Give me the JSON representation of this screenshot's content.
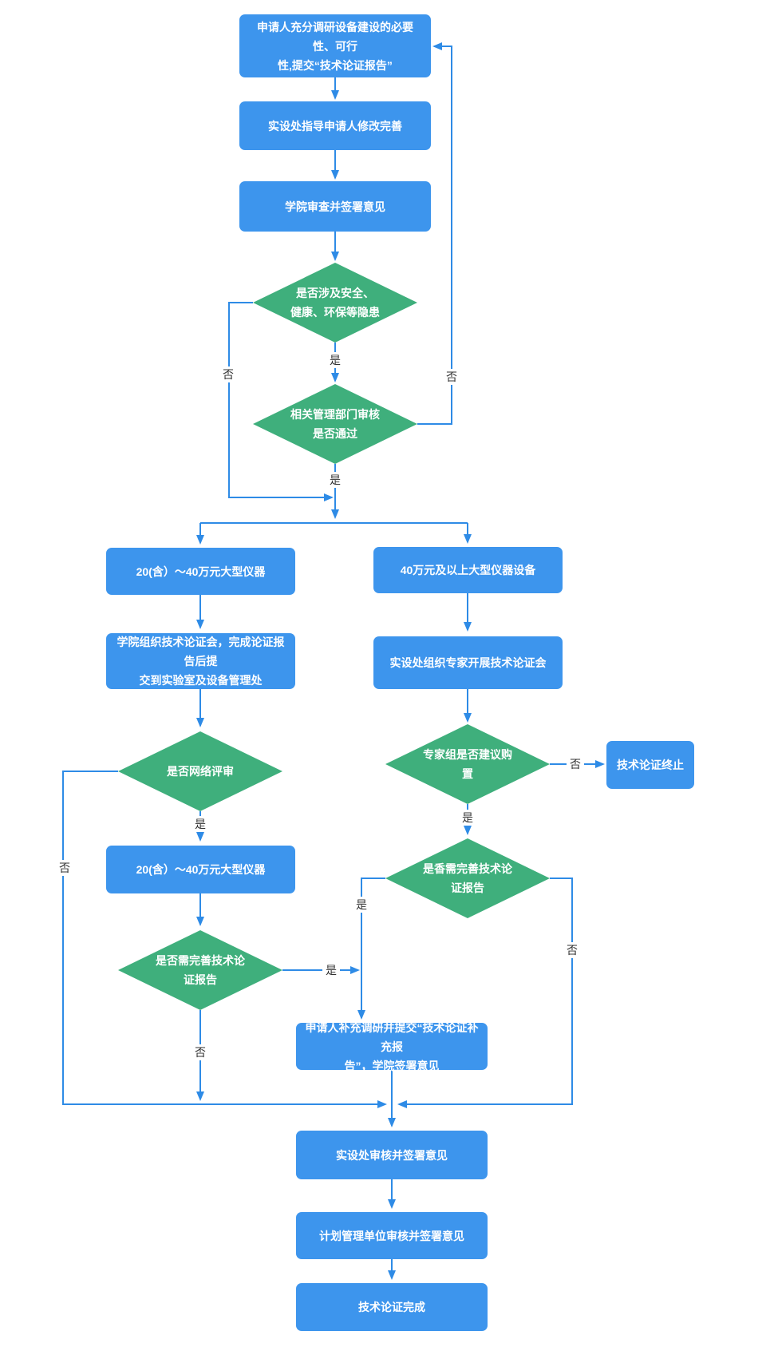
{
  "diagram_type": "flowchart",
  "colors": {
    "process_fill": "#3D95ED",
    "decision_fill": "#3FAF7C",
    "connector": "#2E8BE6",
    "node_text": "#FFFFFF",
    "edge_label_text": "#333333",
    "background": "#FFFFFF"
  },
  "labels": {
    "yes": "是",
    "no": "否"
  },
  "nodes": {
    "research_report": {
      "type": "process",
      "text": "申请人充分调研设备建设的必要性、可行\n性,提交“技术论证报告”"
    },
    "guide_revise": {
      "type": "process",
      "text": "实设处指导申请人修改完善"
    },
    "college_review": {
      "type": "process",
      "text": "学院审查并签署意见"
    },
    "safety_hazard": {
      "type": "decision",
      "text": "是否涉及安全、\n健康、环保等隐患"
    },
    "dept_audit": {
      "type": "decision",
      "text": "相关管理部门审核\n是否通过"
    },
    "mid_instrument_a": {
      "type": "process",
      "text": "20(含）～40万元大型仪器"
    },
    "college_meeting": {
      "type": "process",
      "text": "学院组织技术论证会，完成论证报告后提\n交到实验室及设备管理处"
    },
    "online_review": {
      "type": "decision",
      "text": "是否网络评审"
    },
    "mid_instrument_b": {
      "type": "process",
      "text": "20(含）～40万元大型仪器"
    },
    "improve_report_left": {
      "type": "decision",
      "text": "是否需完善技术论\n证报告"
    },
    "large_instrument": {
      "type": "process",
      "text": "40万元及以上大型仪器设备"
    },
    "expert_meeting": {
      "type": "process",
      "text": "实设处组织专家开展技术论证会"
    },
    "expert_suggest": {
      "type": "decision",
      "text": "专家组是否建议购\n置"
    },
    "terminate": {
      "type": "process",
      "text": "技术论证终止"
    },
    "improve_report_right": {
      "type": "decision",
      "text": "是香需完善技术论\n证报告"
    },
    "supplement_report": {
      "type": "process",
      "text": "申请人补充调研并提交“技术论证补充报\n告”，学院签署意见"
    },
    "facility_audit": {
      "type": "process",
      "text": "实设处审核并签署意见"
    },
    "plan_audit": {
      "type": "process",
      "text": "计划管理单位审核并签署意见"
    },
    "complete": {
      "type": "process",
      "text": "技术论证完成"
    }
  },
  "edges": [
    {
      "from": "research_report",
      "to": "guide_revise",
      "label": ""
    },
    {
      "from": "guide_revise",
      "to": "college_review",
      "label": ""
    },
    {
      "from": "college_review",
      "to": "safety_hazard",
      "label": ""
    },
    {
      "from": "safety_hazard",
      "to": "dept_audit",
      "label": "是"
    },
    {
      "from": "safety_hazard",
      "to": "branch_split",
      "label": "否"
    },
    {
      "from": "dept_audit",
      "to": "research_report",
      "label": "否"
    },
    {
      "from": "dept_audit",
      "to": "branch_split",
      "label": "是"
    },
    {
      "from": "branch_split",
      "to": "mid_instrument_a",
      "label": ""
    },
    {
      "from": "branch_split",
      "to": "large_instrument",
      "label": ""
    },
    {
      "from": "mid_instrument_a",
      "to": "college_meeting",
      "label": ""
    },
    {
      "from": "college_meeting",
      "to": "online_review",
      "label": ""
    },
    {
      "from": "online_review",
      "to": "mid_instrument_b",
      "label": "是"
    },
    {
      "from": "online_review",
      "to": "facility_audit",
      "label": "否"
    },
    {
      "from": "mid_instrument_b",
      "to": "improve_report_left",
      "label": ""
    },
    {
      "from": "improve_report_left",
      "to": "supplement_report",
      "label": "是"
    },
    {
      "from": "improve_report_left",
      "to": "facility_audit",
      "label": "否"
    },
    {
      "from": "large_instrument",
      "to": "expert_meeting",
      "label": ""
    },
    {
      "from": "expert_meeting",
      "to": "expert_suggest",
      "label": ""
    },
    {
      "from": "expert_suggest",
      "to": "terminate",
      "label": "否"
    },
    {
      "from": "expert_suggest",
      "to": "improve_report_right",
      "label": "是"
    },
    {
      "from": "improve_report_right",
      "to": "supplement_report",
      "label": "是"
    },
    {
      "from": "improve_report_right",
      "to": "facility_audit",
      "label": "否"
    },
    {
      "from": "supplement_report",
      "to": "facility_audit",
      "label": ""
    },
    {
      "from": "facility_audit",
      "to": "plan_audit",
      "label": ""
    },
    {
      "from": "plan_audit",
      "to": "complete",
      "label": ""
    }
  ]
}
